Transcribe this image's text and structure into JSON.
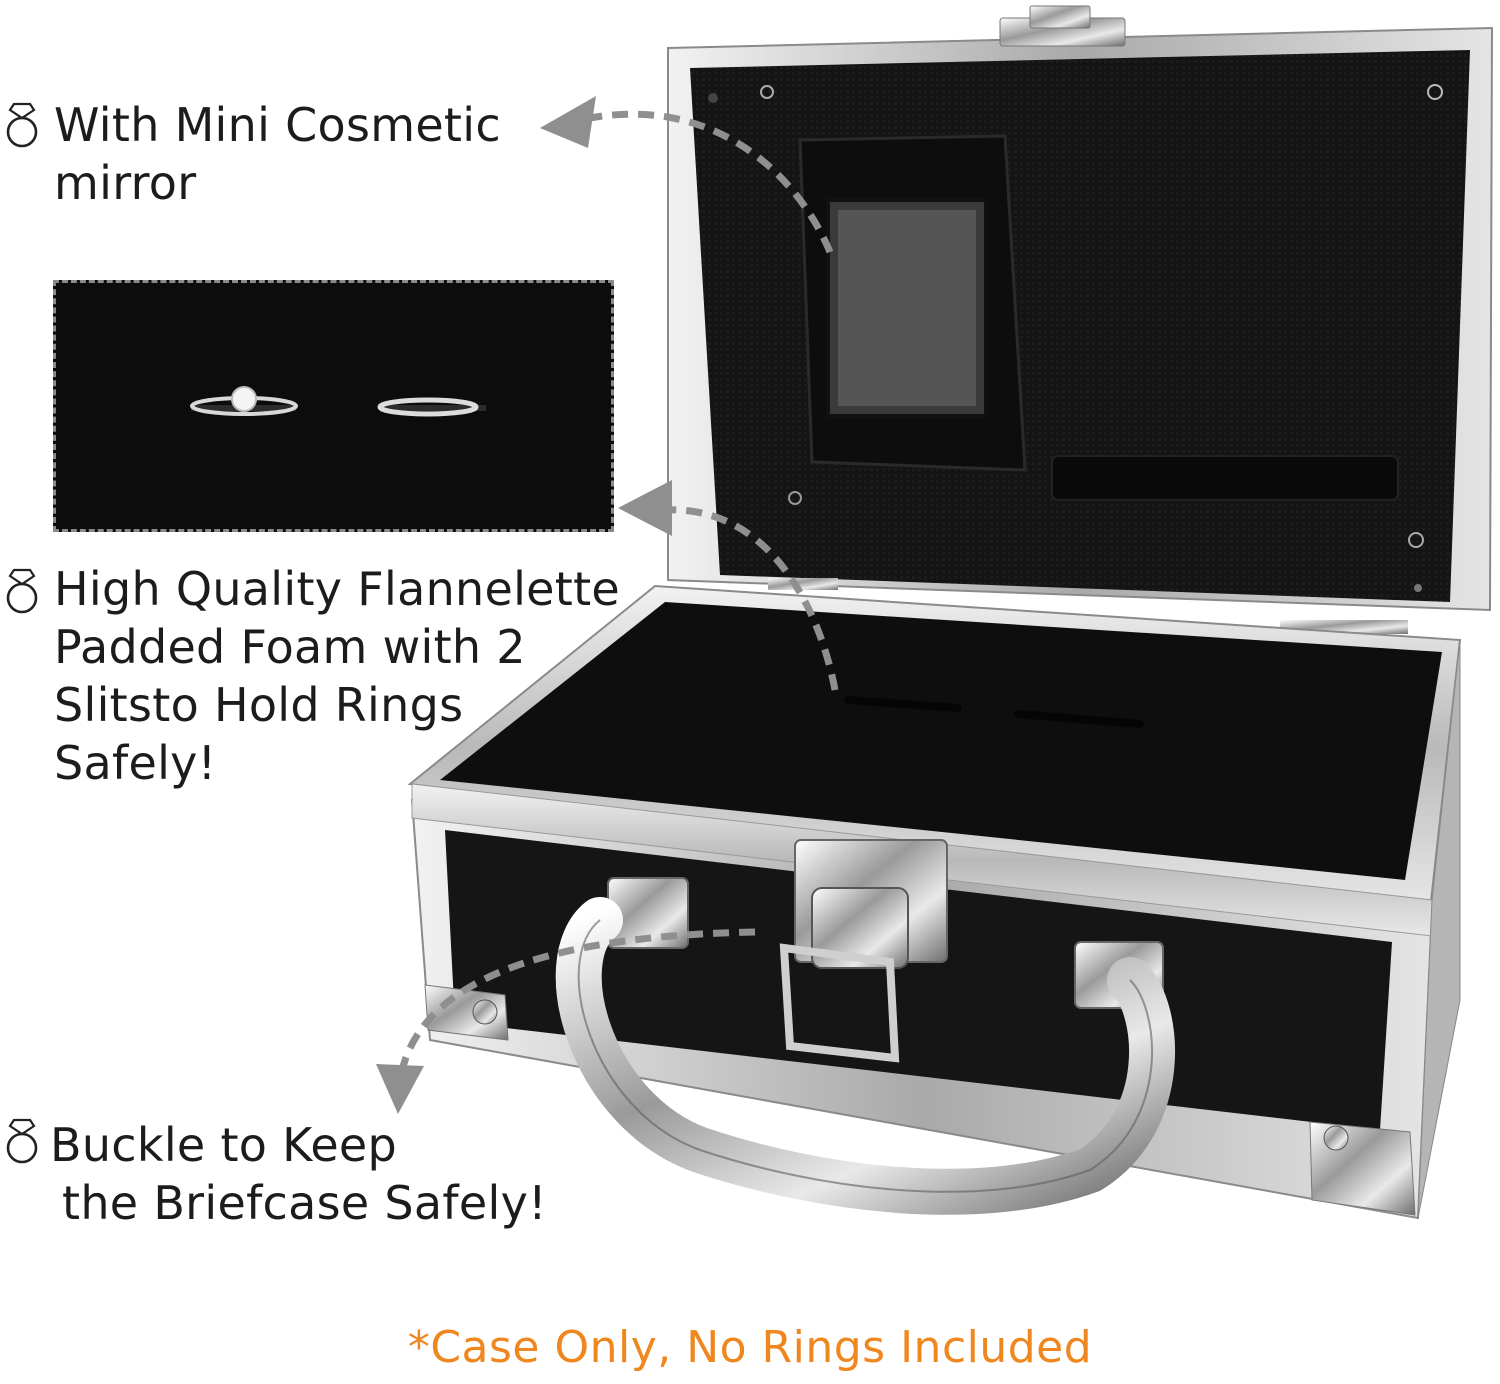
{
  "features": [
    {
      "icon": "ring-icon",
      "lines": [
        "With Mini Cosmetic",
        "mirror"
      ]
    },
    {
      "icon": "ring-icon",
      "lines": [
        "High Quality Flannelette",
        "Padded Foam with 2",
        "Slitsto Hold Rings",
        "Safely!"
      ]
    },
    {
      "icon": "ring-icon",
      "lines": [
        "Buckle to Keep",
        "the Briefcase Safely!"
      ]
    }
  ],
  "disclaimer": "*Case Only, No Rings Included",
  "colors": {
    "text": "#1c1c1c",
    "disclaimer": "#f0871e",
    "case_black": "#111111",
    "aluminum": "#c9c9c9",
    "arrow": "#8f8f8f"
  }
}
